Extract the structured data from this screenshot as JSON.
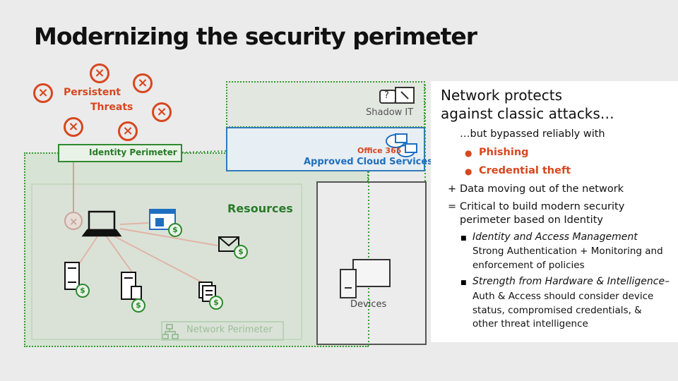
{
  "title": "Modernizing the security perimeter",
  "threats": {
    "line1": "Persistent",
    "line2": "Threats"
  },
  "identity_perimeter": "Identity Perimeter",
  "shadow_it": "Shadow IT",
  "shadow_question": "?",
  "office365": "Office 365",
  "approved_cloud": "Approved Cloud Services",
  "resources": "Resources",
  "devices": "Devices",
  "network_perimeter": "Network Perimeter",
  "dollar": "$",
  "panel": {
    "heading": "Network protects\nagainst classic attacks…",
    "bypassed": "…but bypassed reliably with",
    "bullet1": "Phishing",
    "bullet2": "Credential theft",
    "plus_sym": "+",
    "plus_text": "Data moving out of the network",
    "eq_sym": "=",
    "eq_line1": "Critical to build modern security",
    "eq_line2": "perimeter based on Identity",
    "sub1_title": "Identity and Access Management",
    "sub1_body": "Strong Authentication + Monitoring and\nenforcement of  policies",
    "sub2_title": "Strength from Hardware & Intelligence–",
    "sub2_body": "Auth & Access should consider device\nstatus, compromised credentials, &\nother threat intelligence"
  },
  "colors": {
    "threat": "#d8471f",
    "identity": "#2f8a2f",
    "cloud": "#2e7bbd"
  }
}
